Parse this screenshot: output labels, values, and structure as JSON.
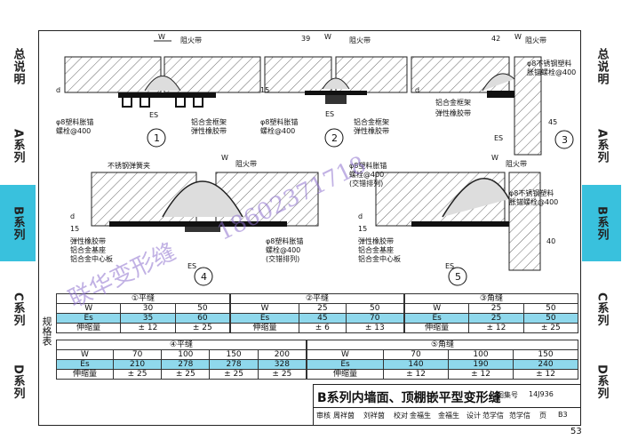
{
  "sidebar": {
    "left_tabs": [
      "总说明",
      "A系列",
      "B系列",
      "C系列",
      "D系列"
    ],
    "right_tabs": [
      "总说明",
      "A系列",
      "B系列",
      "C系列",
      "D系列"
    ]
  },
  "drawing": {
    "labels": {
      "w": "W",
      "fire_belt": "阻火带",
      "d": "d",
      "n15": "15",
      "es": "ES",
      "bolt8": "φ8塑料胀锚",
      "bolt8b": "螺栓@400",
      "alu_frame": "铝合金框架",
      "elastic_rubber": "弹性橡胶带",
      "n39": "39",
      "n42": "42",
      "ss_bolt": "φ8不锈钢塑料",
      "ss_bolt2": "胀锚螺栓@400",
      "n45": "45",
      "ss_spring": "不锈钢弹簧夹",
      "bolt_d4a": "φ8塑料胀锚",
      "bolt_d4b": "螺栓@400",
      "bolt_d4c": "(交错排列)",
      "alu_base": "铝合金基座",
      "alu_center": "铝合金中心板",
      "n40": "40",
      "c1": "1",
      "c2": "2",
      "c3": "3",
      "c4": "4",
      "c5": "5"
    }
  },
  "table": {
    "side_label": "规格表",
    "t1": {
      "title": "①平缝",
      "rows": [
        [
          "W",
          "30",
          "50"
        ],
        [
          "Es",
          "35",
          "60"
        ],
        [
          "伸缩量",
          "± 12",
          "± 25"
        ]
      ]
    },
    "t2": {
      "title": "②平缝",
      "rows": [
        [
          "W",
          "25",
          "50"
        ],
        [
          "Es",
          "45",
          "70"
        ],
        [
          "伸缩量",
          "± 6",
          "± 13"
        ]
      ]
    },
    "t3": {
      "title": "③角缝",
      "rows": [
        [
          "W",
          "25",
          "50"
        ],
        [
          "Es",
          "25",
          "50"
        ],
        [
          "伸缩量",
          "± 12",
          "± 25"
        ]
      ]
    },
    "t4": {
      "title": "④平缝",
      "rows": [
        [
          "W",
          "70",
          "100",
          "150",
          "200"
        ],
        [
          "Es",
          "210",
          "278",
          "278",
          "328"
        ],
        [
          "伸缩量",
          "± 25",
          "± 25",
          "± 25",
          "± 25"
        ]
      ]
    },
    "t5": {
      "title": "⑤角缝",
      "rows": [
        [
          "W",
          "70",
          "100",
          "150"
        ],
        [
          "Es",
          "140",
          "190",
          "240"
        ],
        [
          "伸缩量",
          "± 12",
          "± 12",
          "± 12"
        ]
      ]
    }
  },
  "titleblock": {
    "title": "B系列内墙面、顶棚嵌平型变形缝",
    "atlas_label": "图集号",
    "atlas_no": "14J936",
    "review": "审核",
    "review_name": "周祥茵",
    "review_sig": "刘祥茵",
    "check": "校对",
    "check_name": "金福生",
    "check_sig": "金福生",
    "design": "设计",
    "design_name": "范学信",
    "design_sig": "范学信",
    "page_label": "页",
    "page_code": "B3"
  },
  "page_number": "53",
  "watermark": {
    "line1": "联华变形缝",
    "line2": "18602371718"
  }
}
